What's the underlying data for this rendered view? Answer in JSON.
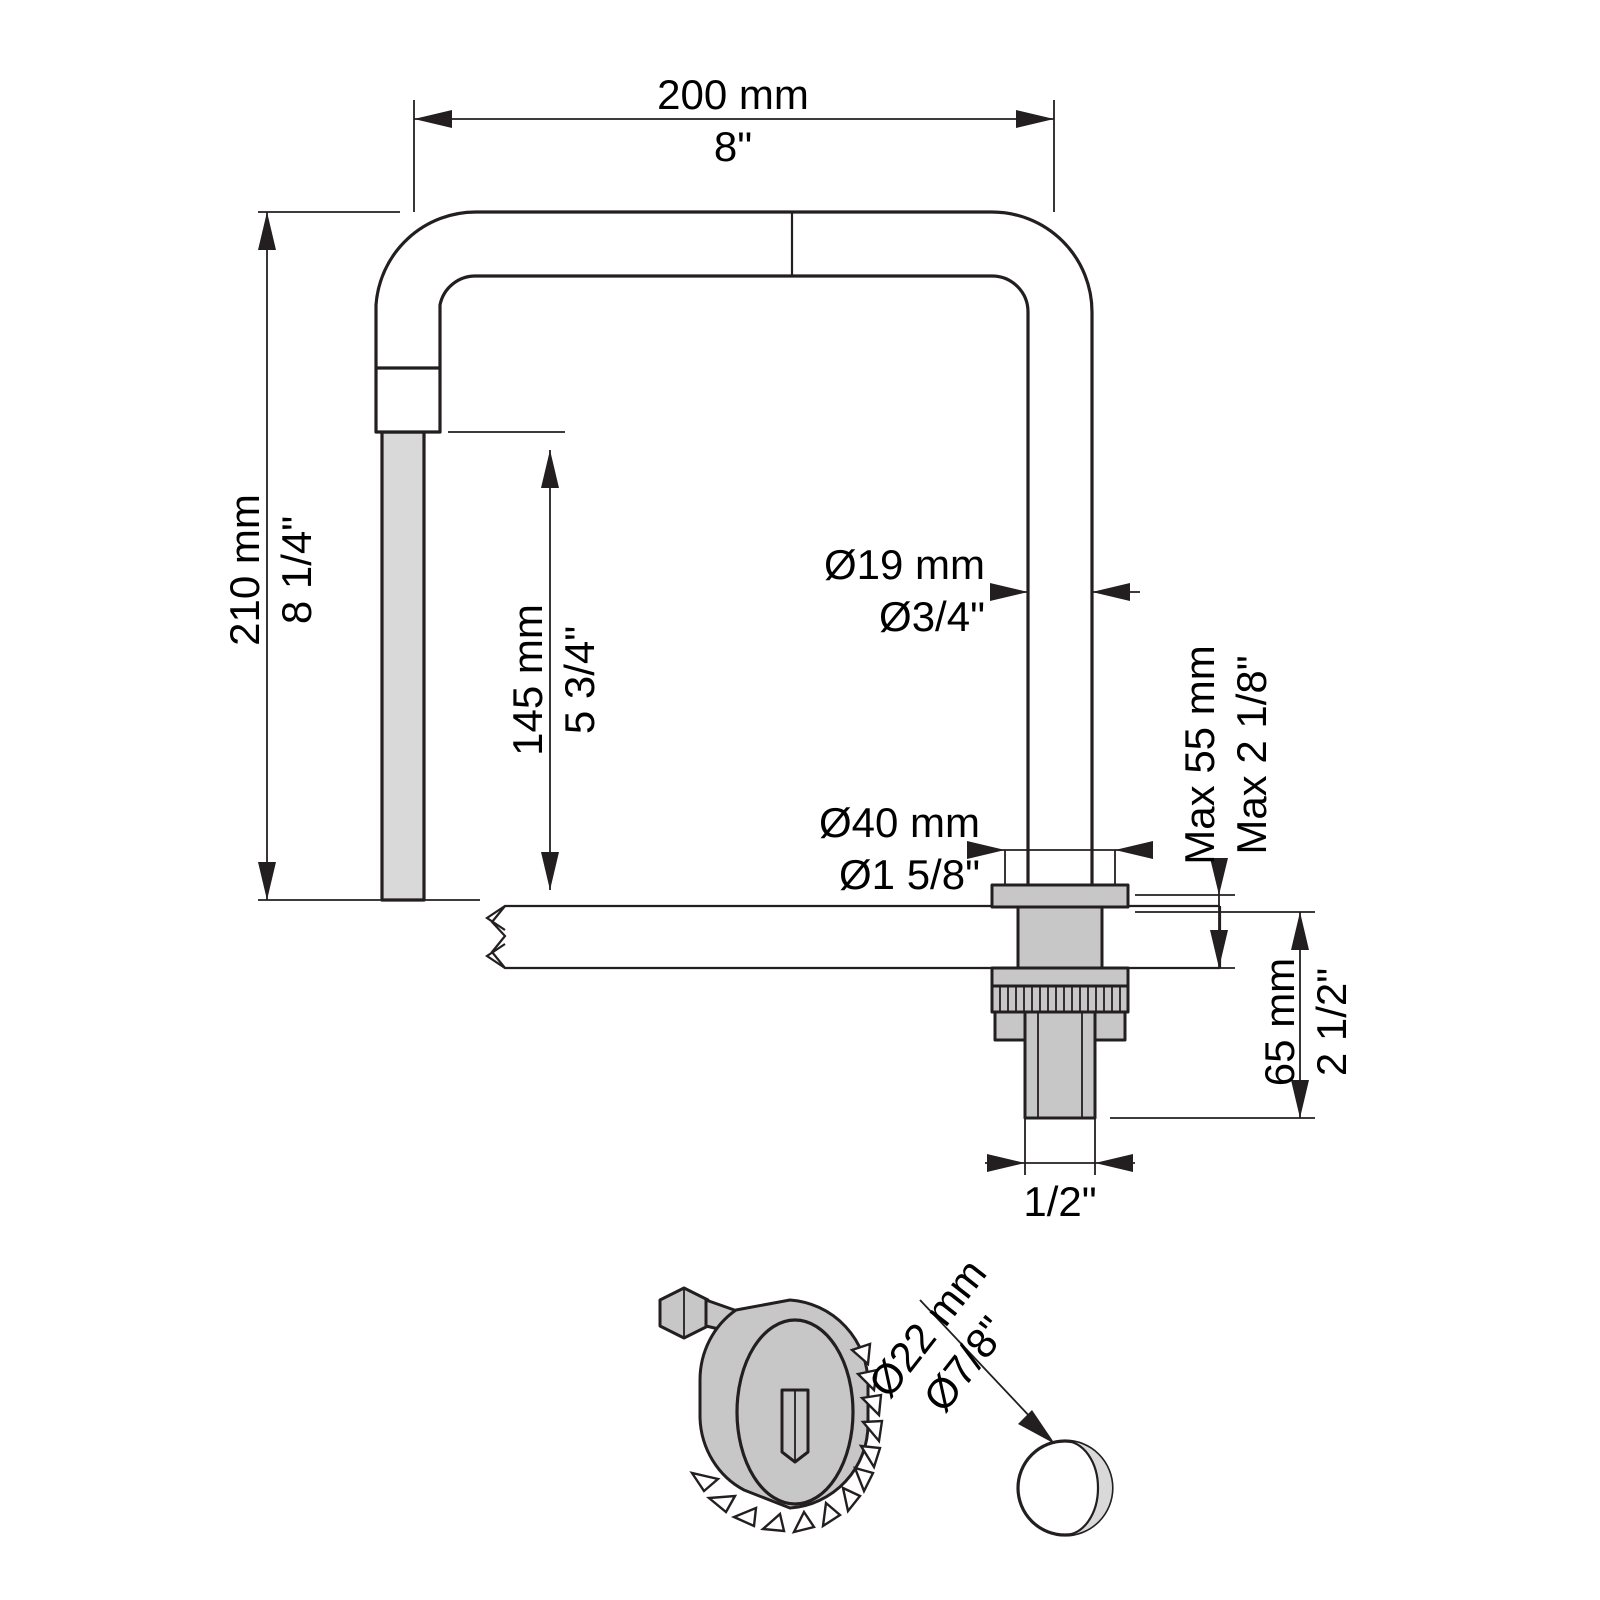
{
  "drawing": {
    "title": "faucet-technical-dimension-drawing",
    "dimensions": {
      "spout_reach": {
        "metric": "200 mm",
        "imperial": "8\""
      },
      "overall_height": {
        "metric": "210 mm",
        "imperial": "8 1/4\""
      },
      "spout_height": {
        "metric": "145 mm",
        "imperial": "5 3/4\""
      },
      "tube_diameter": {
        "metric": "Ø19 mm",
        "imperial": "Ø3/4\""
      },
      "base_diameter": {
        "metric": "Ø40 mm",
        "imperial": "Ø1 5/8\""
      },
      "max_deck_thickness": {
        "metric": "Max 55 mm",
        "imperial": "Max 2 1/8\""
      },
      "shank_length": {
        "metric": "65 mm",
        "imperial": "2 1/2\""
      },
      "thread_size": {
        "imperial": "1/2\""
      },
      "hole_saw_diameter": {
        "metric": "Ø22 mm",
        "imperial": "Ø7/8\""
      }
    }
  },
  "colors": {
    "line": "#231f20",
    "fill_light": "#d9d9d9",
    "fill_mid": "#c7c7c7",
    "background": "#ffffff"
  }
}
